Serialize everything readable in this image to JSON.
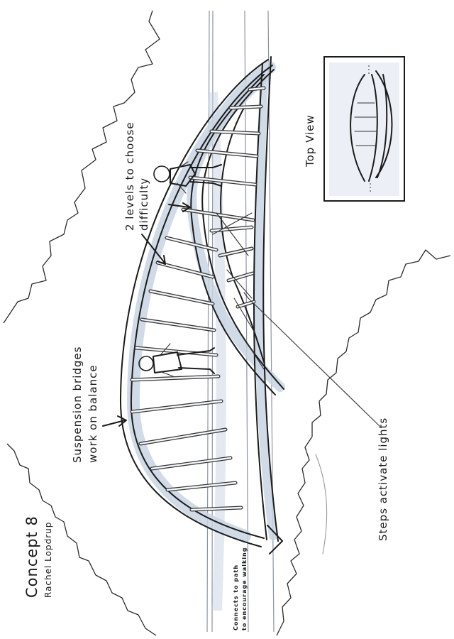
{
  "title": {
    "concept": "Concept 8",
    "author": "Rachel Lopdrup"
  },
  "annotations": {
    "suspension": [
      "Suspension bridges",
      "work on balance"
    ],
    "levels": [
      "2 levels to choose",
      "difficulty"
    ],
    "lights": "Steps activate lights",
    "connects": [
      "Connects to path",
      "to encourage walking"
    ],
    "top_view": "Top View"
  },
  "colors": {
    "ink": "#1b1b1b",
    "marker_blue": "#c9d3e3",
    "shadow_grey": "#8c94a3"
  }
}
